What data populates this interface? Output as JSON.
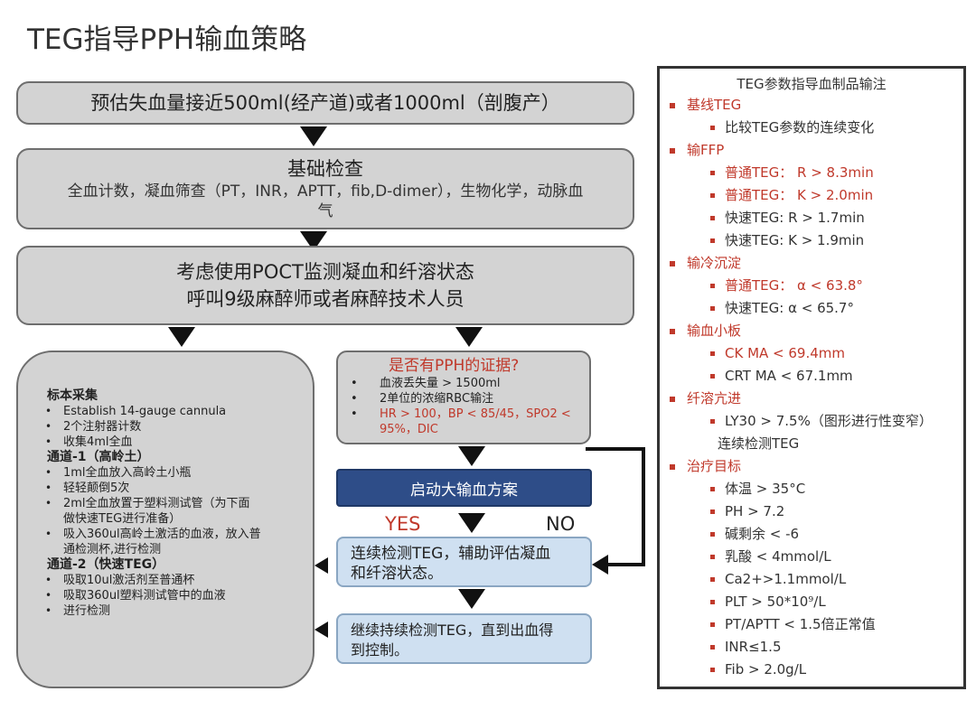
{
  "title": "TEG指导PPH输血策略",
  "box1": "预估失血量接近500ml(经产道)或者1000ml（剖腹产）",
  "box2": {
    "heading": "基础检查",
    "line1": "全血计数，凝血筛查（PT，INR，APTT，fib,D-dimer），生物化学，动脉血",
    "line2": "气"
  },
  "box3": {
    "line1": "考虑使用POCT监测凝血和纤溶状态",
    "line2": "呼叫9级麻醉师或者麻醉技术人员"
  },
  "left_panel": [
    {
      "type": "sec",
      "text": "标本采集"
    },
    {
      "type": "item",
      "text": "Establish 14-gauge cannula"
    },
    {
      "type": "item",
      "text": "2个注射器计数"
    },
    {
      "type": "item",
      "text": "收集4ml全血"
    },
    {
      "type": "sec",
      "text": "通道-1（高岭土）"
    },
    {
      "type": "item",
      "text": "1ml全血放入高岭土小瓶"
    },
    {
      "type": "item",
      "text": "轻轻颠倒5次"
    },
    {
      "type": "item",
      "text": "2ml全血放置于塑料测试管（为下面"
    },
    {
      "type": "cont",
      "text": "做快速TEG进行准备）"
    },
    {
      "type": "item",
      "text": "吸入360ul高岭土激活的血液，放入普"
    },
    {
      "type": "cont",
      "text": "通检测杯,进行检测"
    },
    {
      "type": "sec",
      "text": "通道-2（快速TEG）"
    },
    {
      "type": "item",
      "text": "吸取10ul激活剂至普通杯"
    },
    {
      "type": "item",
      "text": "吸取360ul塑料测试管中的血液"
    },
    {
      "type": "item",
      "text": "进行检测"
    }
  ],
  "pph_box": {
    "heading": "是否有PPH的证据?",
    "items": [
      {
        "text": "血液丢失量 > 1500ml",
        "red": false,
        "bullet": true
      },
      {
        "text": "2单位的浓缩RBC输注",
        "red": false,
        "bullet": true
      },
      {
        "text": "HR > 100，BP < 85/45，SPO2 <",
        "red": true,
        "bullet": true
      },
      {
        "text": "95%，DIC",
        "red": true,
        "bullet": false
      }
    ]
  },
  "mtp_box": "启动大输血方案",
  "yes_label": "YES",
  "no_label": "NO",
  "monitor_box": {
    "line1": "连续检测TEG，辅助评估凝血",
    "line2": "和纤溶状态。"
  },
  "continue_box": {
    "line1": "继续持续检测TEG，直到出血得",
    "line2": "到控制。"
  },
  "right_panel": {
    "header": "TEG参数指导血制品输注",
    "items": [
      {
        "level": "top",
        "text": "基线TEG"
      },
      {
        "level": "sub",
        "text": "比较TEG参数的连续变化"
      },
      {
        "level": "top",
        "text": "输FFP"
      },
      {
        "level": "sub",
        "red": true,
        "text": "普通TEG：  R > 8.3min"
      },
      {
        "level": "sub",
        "red": true,
        "text": "普通TEG：  K  >  2.0min"
      },
      {
        "level": "sub",
        "text": "快速TEG:    R > 1.7min"
      },
      {
        "level": "sub",
        "text": "快速TEG:    K  > 1.9min"
      },
      {
        "level": "top",
        "text": "输冷沉淀"
      },
      {
        "level": "sub",
        "red": true,
        "text": "普通TEG：  α < 63.8°"
      },
      {
        "level": "sub",
        "text": "快速TEG:    α < 65.7°"
      },
      {
        "level": "top",
        "text": "输血小板"
      },
      {
        "level": "sub",
        "red": true,
        "text": "CK MA  < 69.4mm"
      },
      {
        "level": "sub",
        "text": "CRT MA  < 67.1mm"
      },
      {
        "level": "top",
        "text": "纤溶亢进"
      },
      {
        "level": "sub",
        "text": "LY30  > 7.5%（图形进行性变窄）"
      },
      {
        "level": "nobul",
        "text": "连续检测TEG"
      },
      {
        "level": "top",
        "text": "治疗目标"
      },
      {
        "level": "sub",
        "text": "体温 > 35°C"
      },
      {
        "level": "sub",
        "text": "PH > 7.2"
      },
      {
        "level": "sub",
        "text": "碱剩余 < -6"
      },
      {
        "level": "sub",
        "text": "乳酸 < 4mmol/L"
      },
      {
        "level": "sub",
        "text": "Ca2+>1.1mmol/L"
      },
      {
        "level": "sub",
        "text": "PLT > 50*10⁹/L"
      },
      {
        "level": "sub",
        "text": "PT/APTT < 1.5倍正常值"
      },
      {
        "level": "sub",
        "text": "INR≤1.5"
      },
      {
        "level": "sub",
        "text": "Fib > 2.0g/L"
      }
    ]
  }
}
